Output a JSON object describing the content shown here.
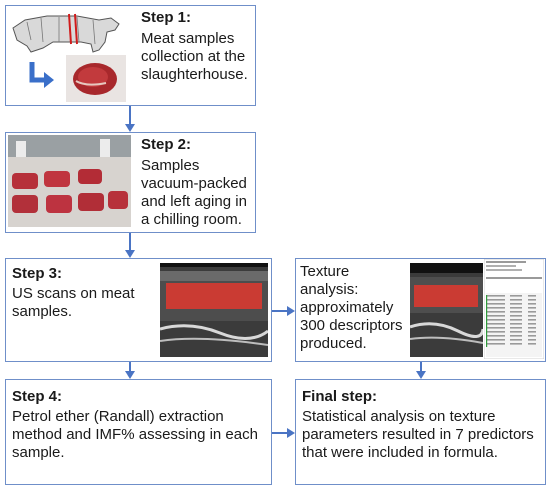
{
  "steps": {
    "step1": {
      "title": "Step 1:",
      "text": "Meat samples collection at the slaughterhouse."
    },
    "step2": {
      "title": "Step 2:",
      "text": "Samples vacuum-packed and left aging in a chilling room."
    },
    "step3": {
      "title": "Step 3:",
      "text": "US scans on meat samples."
    },
    "texture": {
      "title": "",
      "text": "Texture analysis: approximately 300 descriptors produced."
    },
    "step4": {
      "title": "Step 4:",
      "text": "Petrol ether (Randall) extraction method and IMF% assessing in each sample."
    },
    "final": {
      "title": "Final step:",
      "text": "Statistical analysis on texture parameters resulted in 7 predictors that were included in formula."
    }
  },
  "colors": {
    "border": "#6f8fc9",
    "arrow": "#4a74c4",
    "roi": "#e0382f"
  },
  "icons": [
    "carcass-diagram-icon",
    "l-arrow-icon",
    "meat-photo",
    "vacuum-packs-photo",
    "ultrasound-scan-image",
    "texture-software-screenshot"
  ]
}
